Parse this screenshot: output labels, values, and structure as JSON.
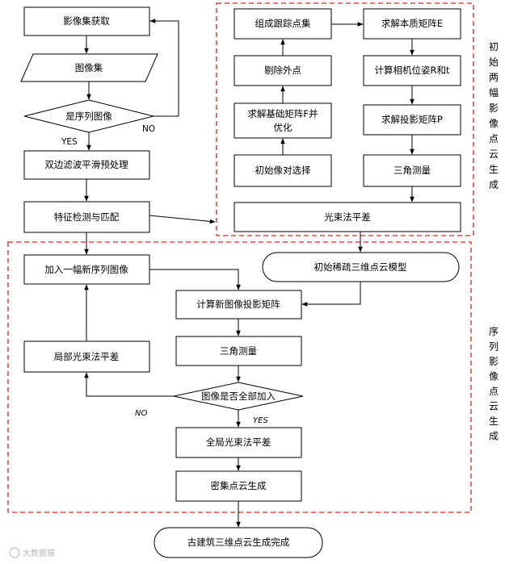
{
  "left_column": {
    "acquire": "影像集获取",
    "image_set": "图像集",
    "is_sequence": "是序列图像",
    "preprocess": "双边滤波平滑预处理",
    "feature": "特征检测与匹配"
  },
  "initial_panel": {
    "title": "初始两幅影像点云生成",
    "initial_pair": "初始像对选择",
    "fundamental_line1": "求解基础矩阵F并",
    "fundamental_line2": "优化",
    "outliers": "剔除外点",
    "tracks": "组成跟踪点集",
    "essential": "求解本质矩阵E",
    "pose": "计算相机位姿R和t",
    "projection": "求解投影矩阵P",
    "triangulate": "三角测量",
    "bundle": "光束法平差"
  },
  "sequence_panel": {
    "title": "序列影像点云生成",
    "sparse_model": "初始稀疏三维点云模型",
    "add_image": "加入一幅新序列图像",
    "new_projection": "计算新图像投影矩阵",
    "triangulate": "三角测量",
    "local_bundle": "局部光束法平差",
    "all_added": "图像是否全部加入",
    "global_bundle": "全局光束法平差",
    "dense": "密集点云生成"
  },
  "final": "古建筑三维点云生成完成",
  "labels": {
    "yes1": "YES",
    "no1": "NO",
    "yes2": "YES",
    "no2": "NO"
  },
  "watermark": "大数据猿",
  "colors": {
    "frame": "#e0201c",
    "stroke": "#000000"
  }
}
